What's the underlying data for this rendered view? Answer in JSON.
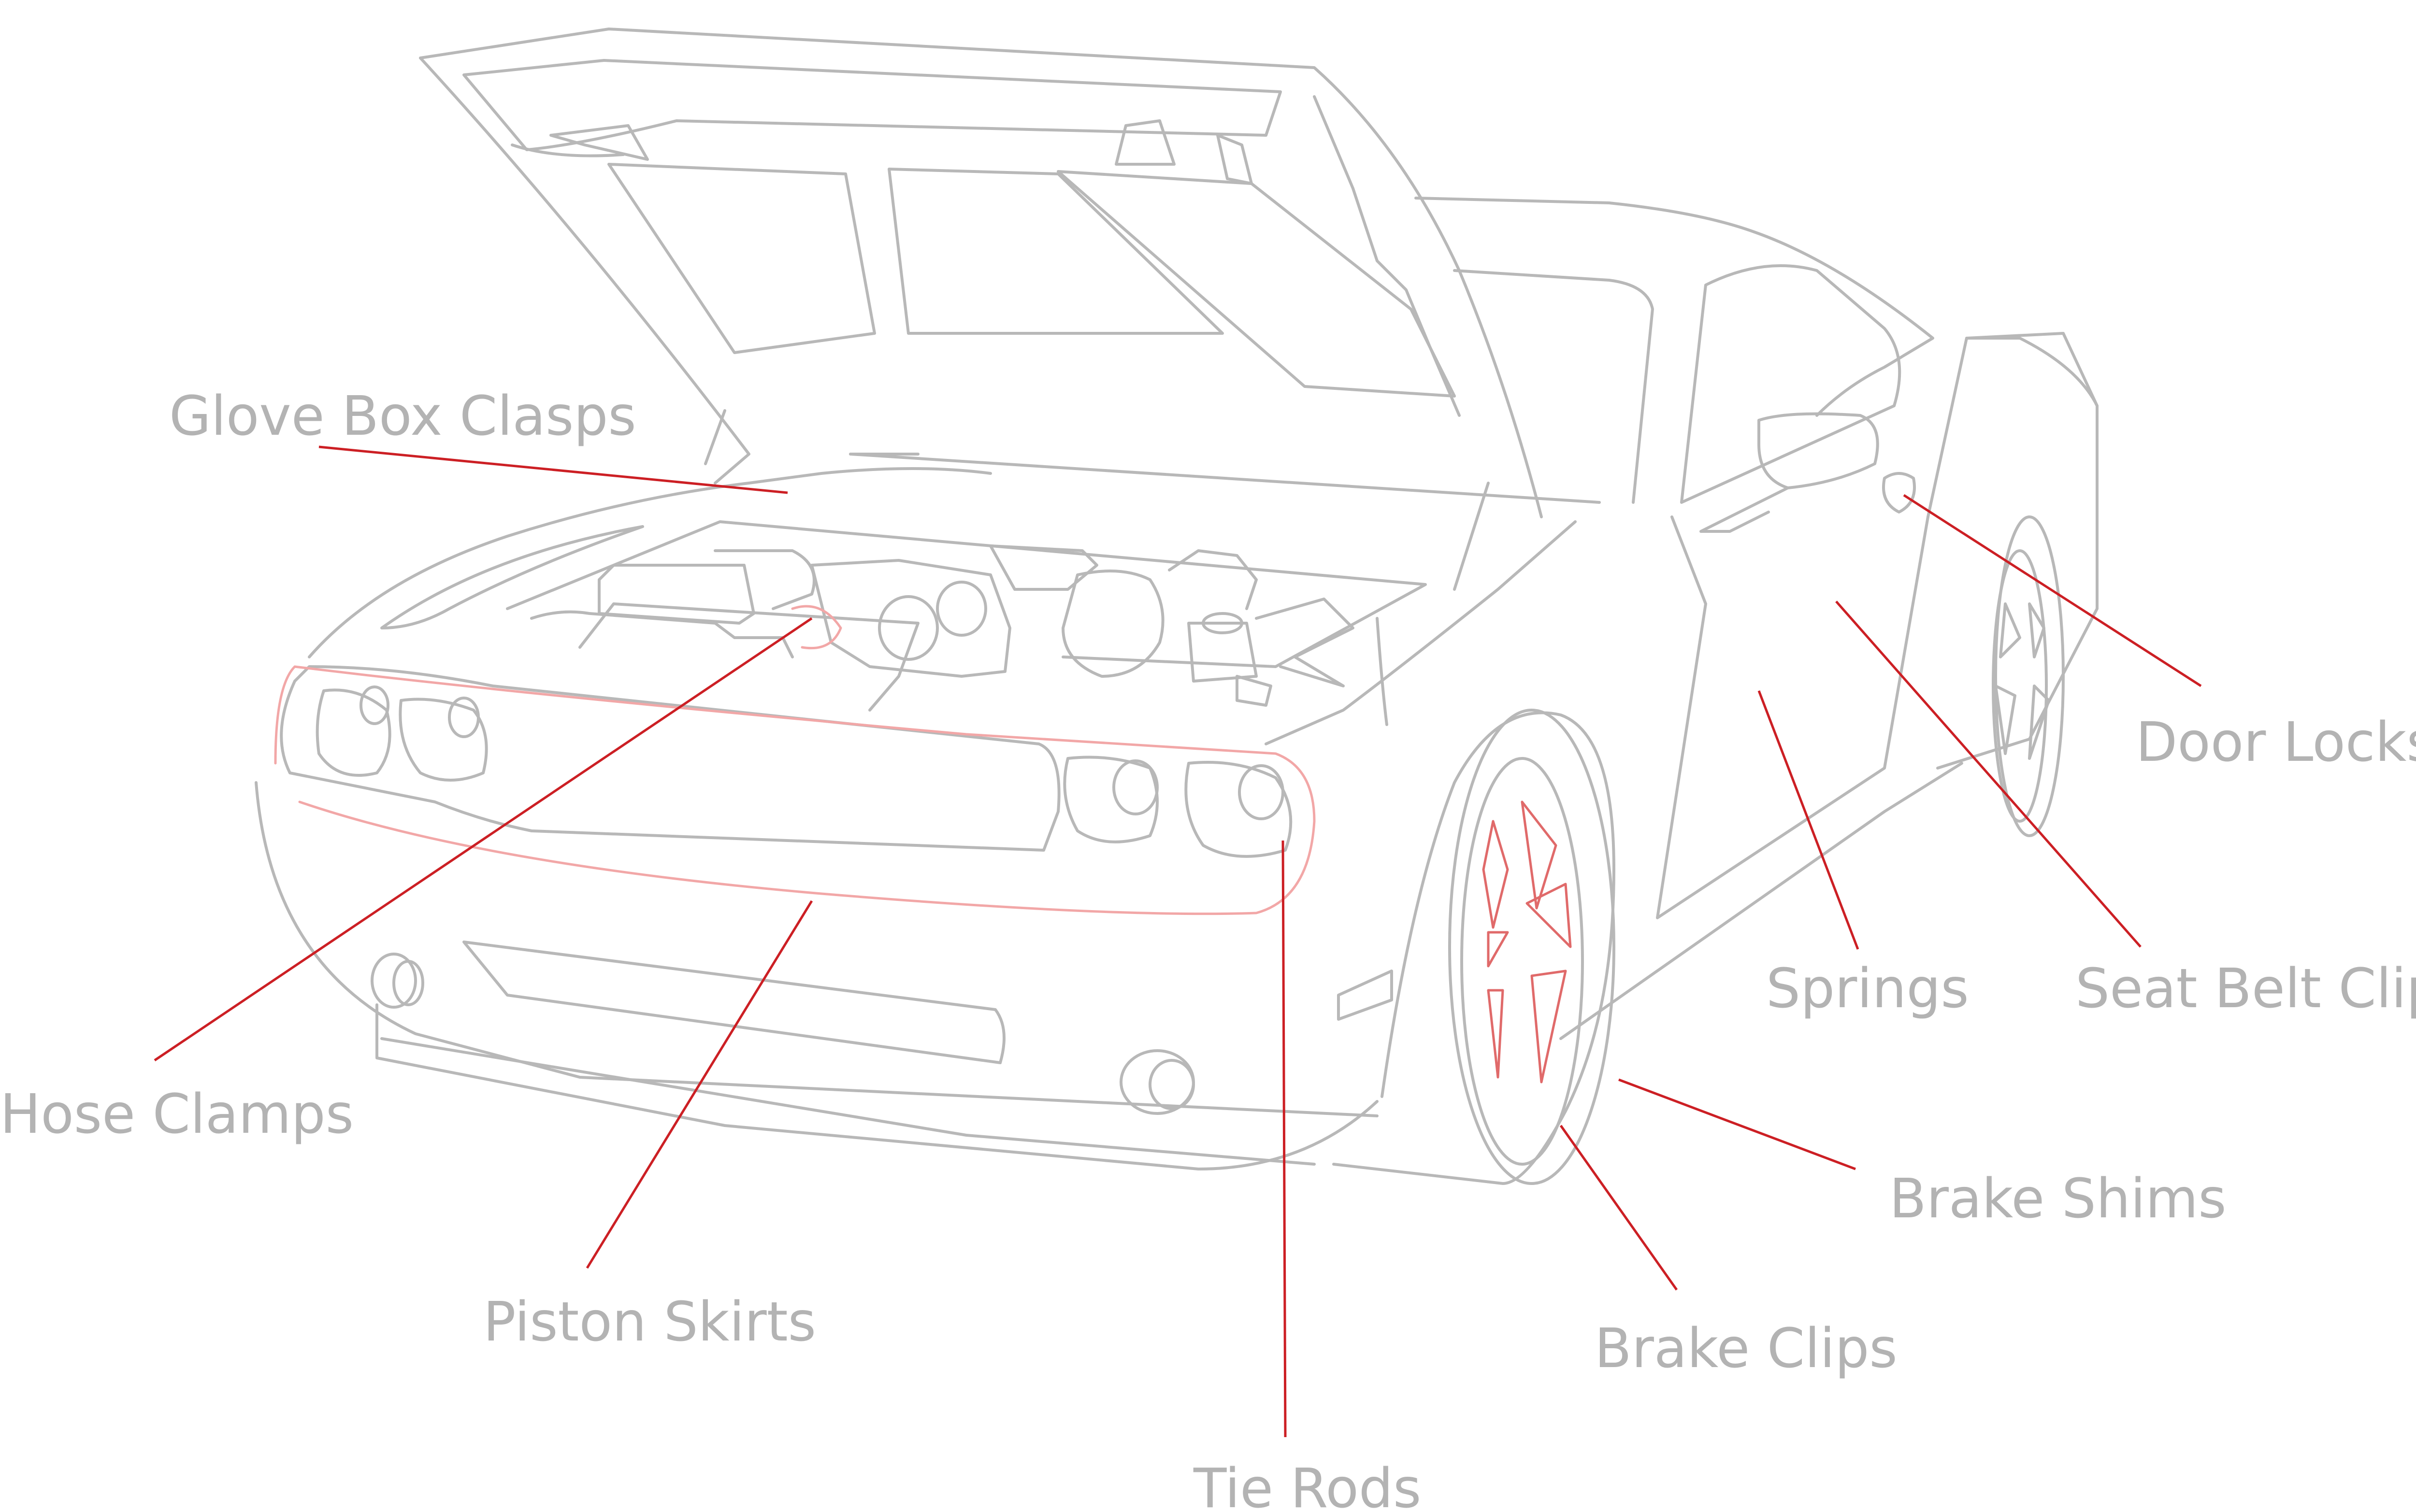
{
  "diagram": {
    "colors": {
      "outline": "#b8b8b8",
      "leader": "#cc1f24",
      "highlight": "#f2a7a7",
      "label": "#b3b3b3"
    },
    "labels": {
      "glove_box_clasps": "Glove Box Clasps",
      "hose_clamps": "Hose Clamps",
      "piston_skirts": "Piston Skirts",
      "tie_rods": "Tie Rods",
      "brake_clips": "Brake Clips",
      "brake_shims": "Brake Shims",
      "springs": "Springs",
      "seat_belt_clips": "Seat Belt Clips",
      "door_locks": "Door Locks"
    }
  }
}
